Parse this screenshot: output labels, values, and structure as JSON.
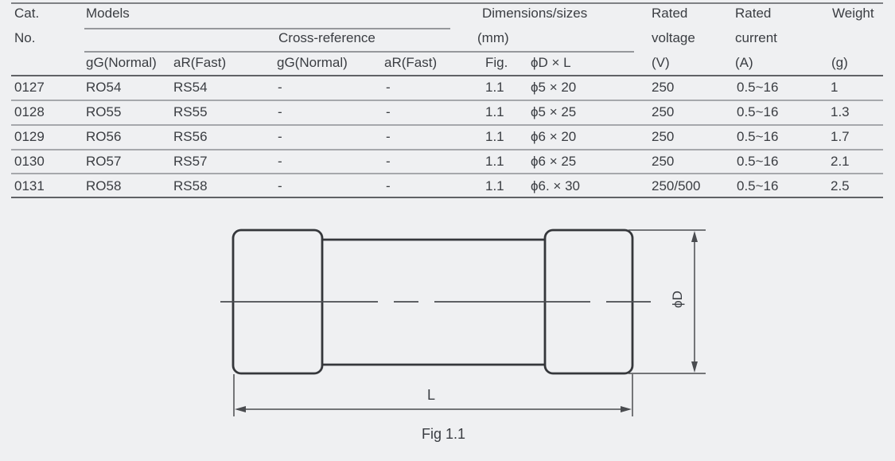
{
  "colors": {
    "background": "#eff0f2",
    "text": "#3a3d42",
    "rule_heavy": "#606266",
    "rule_light": "#a6a8ac",
    "drawing_stroke": "#35373b"
  },
  "table": {
    "header": {
      "cat_line1": "Cat.",
      "cat_line2": "No.",
      "models_group": "Models",
      "cross_reference_group": "Cross-reference",
      "dimensions_line1": "Dimensions/sizes",
      "dimensions_line2": "(mm)",
      "rated_voltage_line1": "Rated",
      "rated_voltage_line2": "voltage",
      "rated_voltage_line3": "(V)",
      "rated_current_line1": "Rated",
      "rated_current_line2": "current",
      "rated_current_line3": "(A)",
      "weight_line1": "Weight",
      "weight_line2": "(g)",
      "models_gg": "gG(Normal)",
      "models_ar": "aR(Fast)",
      "cross_gg": "gG(Normal)",
      "cross_ar": "aR(Fast)",
      "fig": "Fig.",
      "dxl": "ϕD × L"
    },
    "rows": [
      {
        "cat": "0127",
        "gg": "RO54",
        "ar": "RS54",
        "xgg": "-",
        "xar": "-",
        "fig": "1.1",
        "dxl": "ϕ5 × 20",
        "v": "250",
        "a": "0.5~16",
        "g": "1"
      },
      {
        "cat": "0128",
        "gg": "RO55",
        "ar": "RS55",
        "xgg": "-",
        "xar": "-",
        "fig": "1.1",
        "dxl": "ϕ5 × 25",
        "v": "250",
        "a": "0.5~16",
        "g": "1.3"
      },
      {
        "cat": "0129",
        "gg": "RO56",
        "ar": "RS56",
        "xgg": "-",
        "xar": "-",
        "fig": "1.1",
        "dxl": "ϕ6 × 20",
        "v": "250",
        "a": "0.5~16",
        "g": "1.7"
      },
      {
        "cat": "0130",
        "gg": "RO57",
        "ar": "RS57",
        "xgg": "-",
        "xar": "-",
        "fig": "1.1",
        "dxl": "ϕ6 × 25",
        "v": "250",
        "a": "0.5~16",
        "g": "2.1"
      },
      {
        "cat": "0131",
        "gg": "RO58",
        "ar": "RS58",
        "xgg": "-",
        "xar": "-",
        "fig": "1.1",
        "dxl": "ϕ6. × 30",
        "v": "250/500",
        "a": "0.5~16",
        "g": "2.5"
      }
    ]
  },
  "diagram": {
    "diameter_label": "ϕD",
    "length_label": "L",
    "caption": "Fig 1.1"
  }
}
